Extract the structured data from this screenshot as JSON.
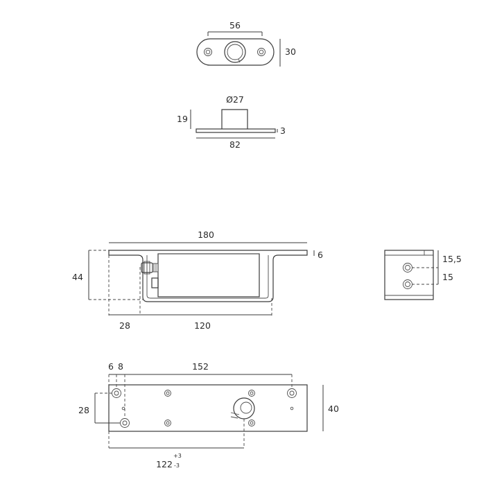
{
  "top_view": {
    "width": "56",
    "height": "30"
  },
  "side_view": {
    "diameter": "Ø27",
    "height": "19",
    "thickness": "3",
    "length": "82"
  },
  "front_view": {
    "length": "180",
    "flange": "6",
    "height": "44",
    "offset": "28",
    "body": "120"
  },
  "end_view": {
    "upper": "15,5",
    "lower": "15"
  },
  "plan_view": {
    "edge": "6",
    "hole": "8",
    "span": "152",
    "width": "40",
    "pitch": "28",
    "center": "122",
    "tol_plus": "+3",
    "tol_minus": "-3"
  }
}
